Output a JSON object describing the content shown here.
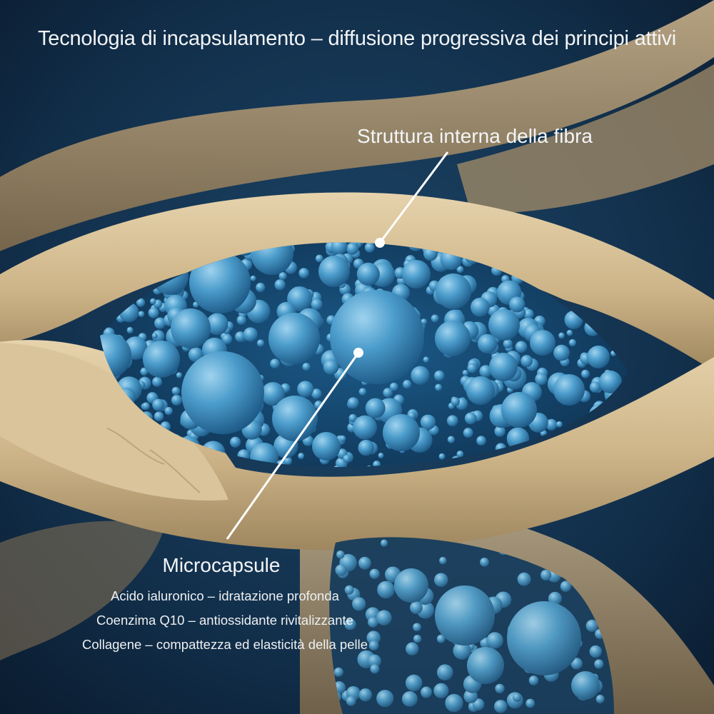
{
  "title": "Tecnologia di incapsulamento – diffusione progressiva dei principi attivi",
  "callouts": {
    "fiber": "Struttura interna della fibra",
    "microcapsules": "Microcapsule"
  },
  "active_ingredients": [
    "Acido ialuronico – idratazione profonda",
    "Coenzima Q10 – antiossidante rivitalizzante",
    "Collagene – compattezza ed elasticità della pelle"
  ],
  "colors": {
    "background": "#0d2238",
    "fiber": "#d8c39a",
    "capsule": "#3f8fbd",
    "text": "#f2f4f6"
  }
}
